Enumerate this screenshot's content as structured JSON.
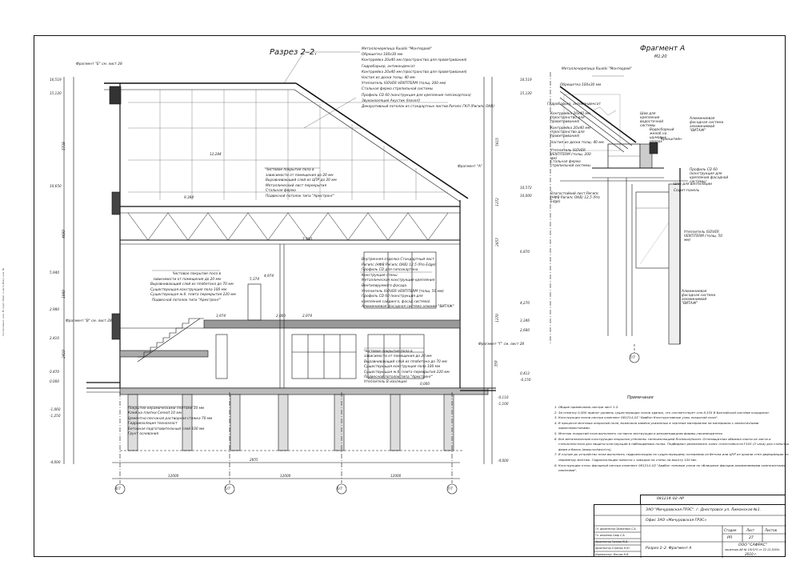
{
  "section_title": "Разрез 2–2.",
  "fragment_title": "Фрагмент А",
  "fragment_scale": "М1:20",
  "section_callouts": {
    "fragment_b": "Фрагмент \"Б\" см. лист 28",
    "fragment_v": "Фрагмент \"В\" см. лист 28",
    "fragment_g": "Фрагмент \"Г\" см. лист 28",
    "fragment_a": "Фрагмент \"А\""
  },
  "roof_legend": [
    "Металлочерепица Ruukki \"Монтеррей\"",
    "Обрешетка 100х30 мм",
    "Контррейка 20х40 мм (пространство для проветривания)",
    "Гидробарьер, антиконденсат",
    "Контррейка 20х40 мм (пространство для проветривания)",
    "Настил из доски толщ. 40 мм",
    "Утеплитель ISOVER VENTITERM (толщ. 200 мм)",
    "Стальная ферма стропильной системы",
    "Профиль CD 60 (конструкция для крепления гипсокартона)",
    "Звукоизоляция Акустик (Isoverl)",
    "Декоративный потолок из стандартных листов Ригипс ГКЛ (Ригипс ОКВ)"
  ],
  "floor3_legend": [
    "Чистовое покрытие пола в",
    "зависимости от помещения до 20 мм",
    "Выравнивающий слой из ЦПР до 20 мм",
    "Металлический лист перекрытия",
    "Стальная ферма",
    "Подвесной потолок типа \"Армстронг\""
  ],
  "floor2_legend": [
    "Чистовое покрытие пола в",
    "зависимости от помещения до 20 мм",
    "Выравнивающий слой из ппобетона до 70 мм",
    "Существующая конструкция пола 100 мм",
    "Существующая ж.б. плита перекрытия 220 мм",
    "Подвесной потолок типа \"Армстронг\""
  ],
  "floor1_legend": [
    "Чистовое покрытие пола в",
    "зависимости от помещения до 20 мм",
    "Выравнивающий слой из ппобетона до 70 мм",
    "Существующая конструкция пола 100 мм",
    "Существующая ж.б. плита перекрытия 220 мм",
    "Подвесной потолок типа \"Армстронг\"",
    "Утеплитель В изоляция"
  ],
  "ground_legend": [
    "Покрытие керамическими плитами 10 мм",
    "Клей на плитки Ceresit 10 мм",
    "Цементно-песчаная растворная стяжка 70 мм",
    "Гидроизоляция техноэласт",
    "Бетонная подготовительный слой 100 мм",
    "Грунт основания"
  ],
  "wall_legend": [
    "Внутренняя отделка Стандартный лист",
    "Ригипс (НФВ Ригипс ОКВ) 12,5 (Pro Edge)",
    "Профиль CD для гипсокартона",
    "Конструкция стены",
    "Металлическая конструкция крепления",
    "Вентилируемого фасада",
    "Утеплитель ISOVER VENTITERM (толщ. 50 мм)",
    "Профиль CD 60 (конструкция для",
    "крепления сайдинга, фасад система)",
    "Алюминиевая фасадная система алюмин \"ВИТАЖ\""
  ],
  "fragment_labels": [
    "Металлочерепица Ruukki \"Монтеррей\"",
    "Обрешетка 100х30 мм",
    "Гидробарьер, антиконденсат",
    "Контррейка 20х40 мм (пространство для проветривания)",
    "Контррейка 20х40 мм (пространство для проветривания)",
    "Настил из доски толщ. 40 мм",
    "Утеплитель ISOVER VENTITERM (толщ. 200 мм)",
    "Стальная ферма стропильной системы",
    "Влагостойкий лист Ригипс (НФВ Ригипс ОКВ) 12,5 (Pro Edge)",
    "Шов для крепления водосточной системы",
    "Водосборный желоб на шумовых опорах",
    "Кронштейн",
    "Алюминиевая фасадная система алюминиевой \"ВИТАЖ\"",
    "Профиль CD 60 (конструкция для крепления фасадной системы)",
    "Софит-панель",
    "Шов для вентиляции",
    "Утеплитель ISOVER VENTITERM (толщ. 50 мм)",
    "Алюминиевая фасадная система алюминиевой \"ВИТАЖ\""
  ],
  "elevations_left": [
    "16,519",
    "15,120",
    "10,650",
    "5,940",
    "2,980",
    "2,410",
    "0,470",
    "0,000",
    "-1,060",
    "-1,250",
    "-4,000"
  ],
  "elevations_right": [
    "16,519",
    "15,120",
    "10,572",
    "10,000",
    "6,870",
    "4,270",
    "3,346",
    "2,680",
    "0,412",
    "-0,150",
    "-0,110",
    "-1,100",
    "-4,000"
  ],
  "dims_left": [
    "5728",
    "4690",
    "1960",
    "2410"
  ],
  "dims_right": [
    "5615",
    "1372",
    "2657",
    "1370",
    "350"
  ],
  "inner_dims": [
    "12,284",
    "9,384",
    "7,900",
    "4,974",
    "5,374",
    "3,974",
    "2,974",
    "2,000",
    "0,000"
  ],
  "axes": [
    "4/7",
    "5/7",
    "6/7",
    "7/7"
  ],
  "axis_dims": [
    "12000",
    "2855",
    "12000",
    "12000"
  ],
  "notes_title": "Примечания",
  "notes": [
    "Общие примечания смотри лист 1.2.",
    "За отметку 0,000 принят уровень существующих полов здания, что соответствует отм 8,335 В Балтийской системе координат.",
    "Конструкция полов смотри комплект 081214–02 \"Авабон Конструктивные узлы покрытий пола\".",
    "В процессе монтажа покрытий пола, возможна замена указанных в чертеже материалов на материалы с аналогичными характеристиками.",
    "Монтаж покрытий пола выполнить согласно инструкции и рекомендациям фирмы–производителя.",
    "Все металлические конструкции покрытия утеплены теплоизоляцией Rockwool/Isover. Огнезащитная обмазка плиты из листа и стеклотекстиля для защиты конструкций в наблюдаемых полях. Подбирают реализовать класс огнестойкости F105 (3 часа) для стальных ферм и балок (www.rockwool.ru).",
    "В случае до устройство пола выполнить гидроизоляцию по существующему основанию из бетона или ЦПР из кровли стен деформации по периметру монтаж. Гидроизоляцию нанести с заводом на стены на высоту 150 мм.",
    "Конструкцию откос фасадной смотри комплект 081214–02 \"Авабон типовые узлов по облицовке фасадов алюминиевыми композитными панелями\"."
  ],
  "title_block": {
    "project_code": "081214–02–АР",
    "customer": "ЗАО \"Мичуровская ГРЭС\". г. Днестровск ул. Лиманская №1.",
    "object": "Офис ЗАО «Мичуровская ГРЭС»",
    "sheet_name": "Разрез 2–2. Фрагмент А",
    "stage_label": "Стадия",
    "sheet_label": "Лист",
    "sheets_label": "Листов",
    "stage": "РП",
    "sheet": "27",
    "company": "ООО \"САФРАС\"",
    "license": "лицензия АВ № 181575 от 22.12.2005г.",
    "year": "2010 г.",
    "people": [
      "Гл. архитектор   Залкатиро С.А.",
      "Гл. инженер   Саар С.А.",
      "Архитектор   Гамова Ж.В.",
      "Архитектор   Стрелок Н.Ю.",
      "Нормоконтр.   Ильчик Н.В."
    ]
  },
  "side_strip": "Согласовано: инв. № подл. Подп. и дата Взам. инв. №"
}
